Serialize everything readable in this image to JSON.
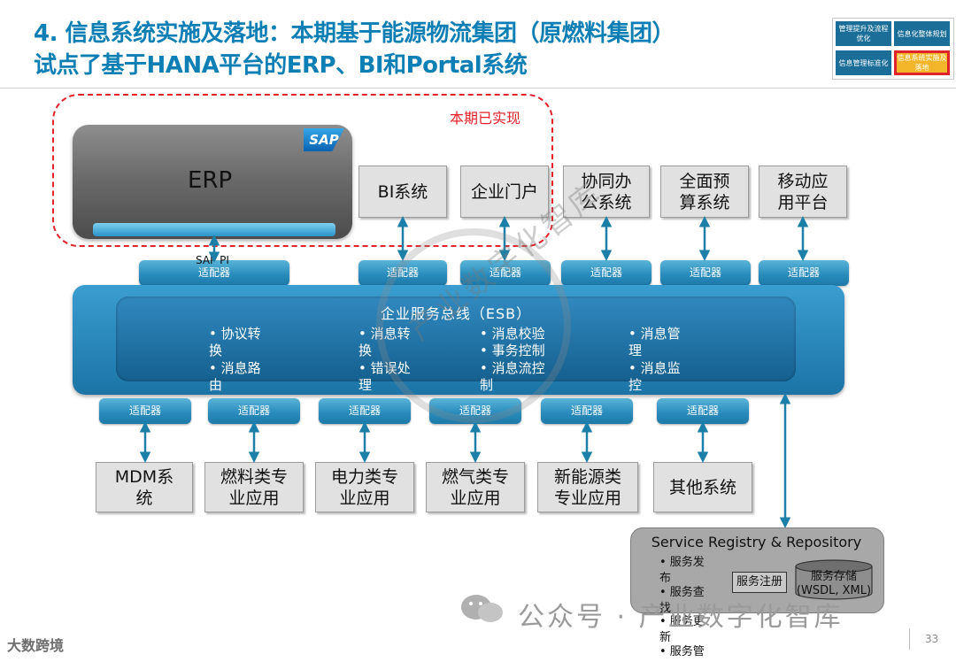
{
  "header": {
    "title_line1": "4. 信息系统实施及落地：本期基于能源物流集团（原燃料集团）",
    "title_line2": "试点了基于HANA平台的ERP、BI和Portal系统"
  },
  "nav_map": {
    "cells": [
      "管理提升及流程优化",
      "信息化整体规划",
      "信息管理标准化",
      "信息系统实施及落地"
    ],
    "active_index": 3
  },
  "realized": {
    "label": "本期已实现"
  },
  "erp": {
    "label": "ERP",
    "logo": "SAP",
    "pi_label": "SAP PI"
  },
  "top_systems": [
    "BI系统",
    "企业门户",
    "协同办公系统",
    "全面预算系统",
    "移动应用平台"
  ],
  "adapter_label": "适配器",
  "esb": {
    "title": "企业服务总线（ESB）",
    "features": [
      "• 协议转换",
      "• 消息路由",
      "• 消息转换",
      "• 错误处理",
      "• 消息校验",
      "• 事务控制",
      "• 消息流控制",
      "• 消息管理",
      "• 消息监控"
    ]
  },
  "bottom_systems": [
    "MDM系统",
    "燃料类专业应用",
    "电力类专业应用",
    "燃气类专业应用",
    "新能源类专业应用",
    "其他系统"
  ],
  "registry": {
    "title": "Service Registry & Repository",
    "items": [
      "• 服务发布",
      "• 服务查找",
      "• 服务更新",
      "• 服务管"
    ],
    "register": "服务注册",
    "storage": "服务存储",
    "storage_format": "(WSDL, XML)"
  },
  "watermark": {
    "stamp_text": "产业数字化智库",
    "wechat": "公众号 · 产业数字化智库",
    "logo": "大数跨境"
  },
  "page_number": "33"
}
